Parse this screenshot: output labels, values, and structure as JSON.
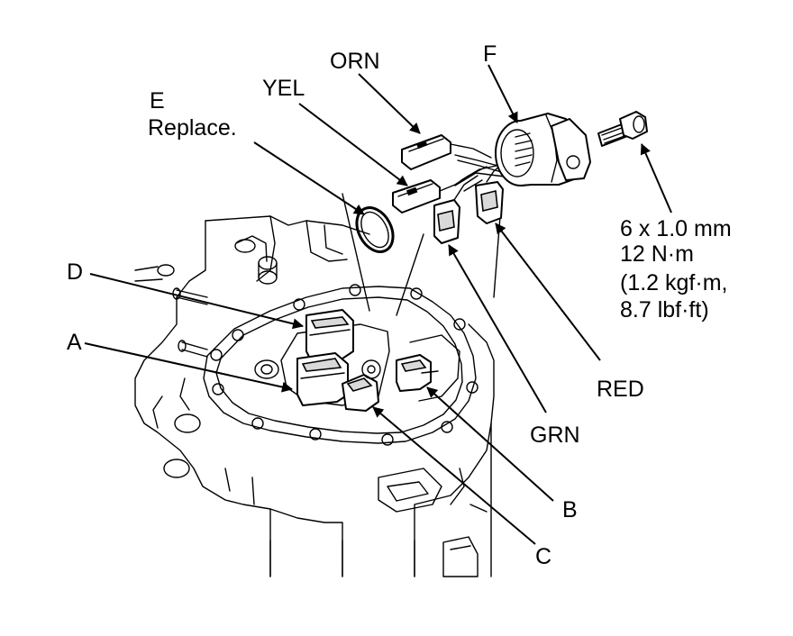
{
  "labels": {
    "orn": "ORN",
    "yel": "YEL",
    "e": "E",
    "e_note": "Replace.",
    "f": "F",
    "d": "D",
    "a": "A",
    "red": "RED",
    "grn": "GRN",
    "b": "B",
    "c": "C"
  },
  "torspec": {
    "line1": "6 x 1.0 mm",
    "line2": "12 N·m",
    "line3": "(1.2 kgf·m,",
    "line4": "8.7 lbf·ft)"
  }
}
